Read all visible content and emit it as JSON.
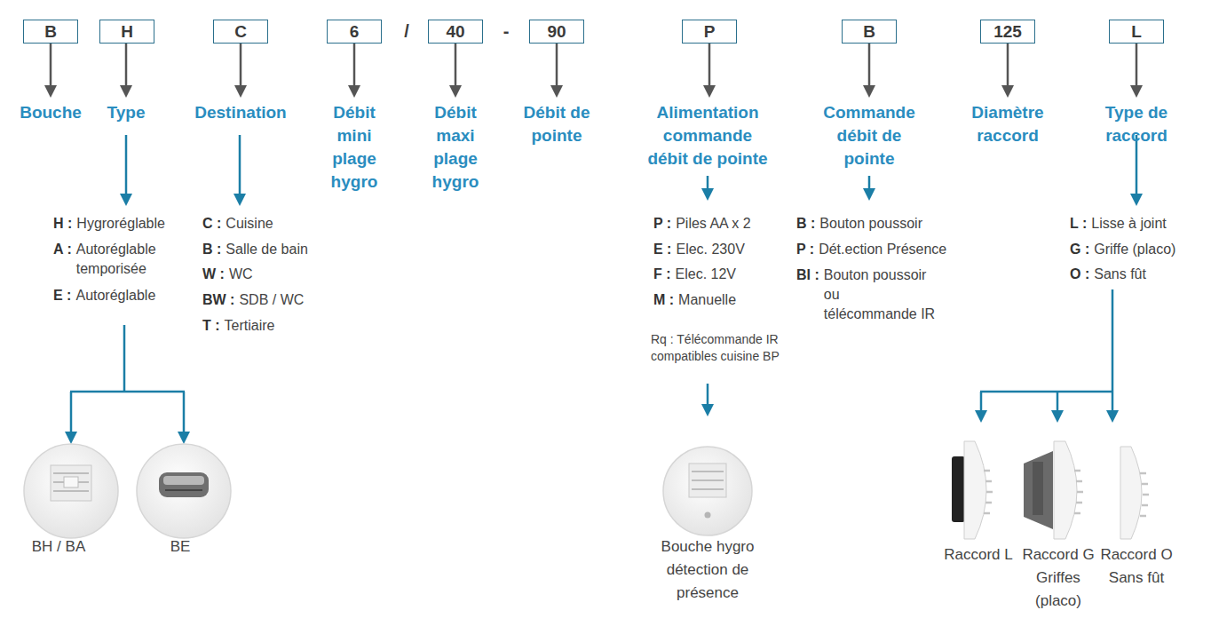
{
  "diagram": {
    "nodes": [
      {
        "text": [
          "B"
        ]
      },
      {
        "text": [
          "H"
        ]
      },
      {
        "text": [
          "C"
        ]
      },
      {
        "text": [
          "6"
        ]
      },
      {
        "text": [
          "40"
        ]
      },
      {
        "text": [
          "90"
        ]
      },
      {
        "text": [
          "P"
        ]
      },
      {
        "text": [
          "B"
        ]
      },
      {
        "text": [
          "125"
        ]
      },
      {
        "text": [
          "L"
        ]
      }
    ],
    "labels": [
      "/",
      "-",
      "Bouche",
      "Type",
      "Destination",
      "Débit mini plage hygro",
      "Débit maxi plage hygro",
      "Débit de pointe",
      "Alimentation commande débit de pointe",
      "Commande débit de pointe",
      "Diamètre raccord",
      "Type de raccord",
      "H :",
      "Hygroréglable",
      "A :",
      "Autoréglable temporisée",
      "E :",
      "Autoréglable",
      "C :",
      "Cuisine",
      "B :",
      "Salle de bain",
      "W :",
      "WC",
      "BW :",
      "SDB / WC",
      "T :",
      "Tertiaire",
      "P :",
      "Piles AA x 2",
      "E :",
      "Elec. 230V",
      "F :",
      "Elec. 12V",
      "M :",
      "Manuelle",
      "Rq : Télécommande IR compatibles cuisine BP",
      "B :",
      "Bouton poussoir",
      "P :",
      "Dét.ection Présence",
      "BI :",
      "Bouton poussoir ou télécommande IR",
      "L :",
      "Lisse à joint",
      "G :",
      "Griffe (placo)",
      "O :",
      "Sans fût",
      "BH / BA",
      "BE",
      "Bouche hygro détection de présence",
      "Raccord L",
      "Raccord G Griffes (placo)",
      "Raccord O Sans fût"
    ]
  }
}
